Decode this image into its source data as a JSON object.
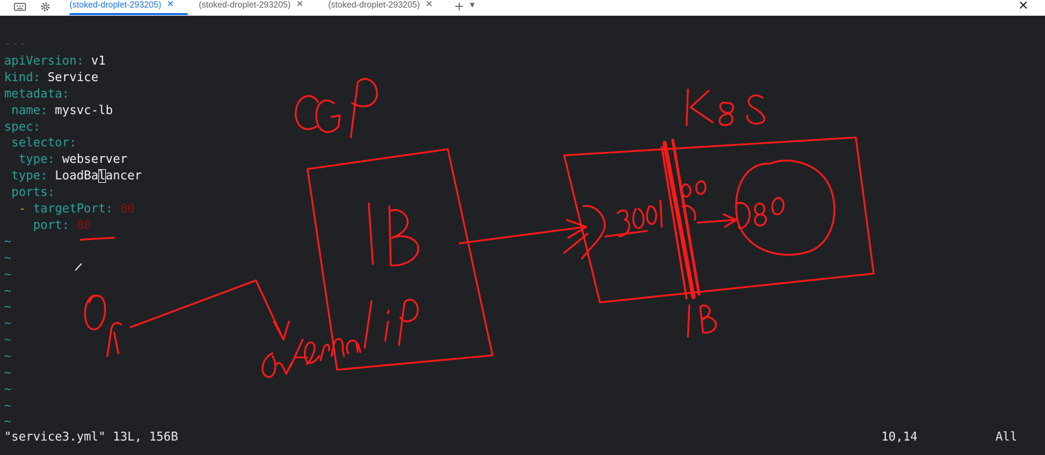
{
  "toolbar": {
    "keyboard_icon": "keyboard-icon",
    "settings_icon": "gear-icon"
  },
  "tabs": [
    {
      "label": "(stoked-droplet-293205)",
      "active": true
    },
    {
      "label": "(stoked-droplet-293205)",
      "active": false
    },
    {
      "label": "(stoked-droplet-293205)",
      "active": false
    }
  ],
  "tab_close_glyph": "✕",
  "add_tab_glyph": "+",
  "window_close_glyph": "✕",
  "yaml": {
    "separator": "---",
    "apiVersion_key": "apiVersion:",
    "apiVersion_val": "v1",
    "kind_key": "kind:",
    "kind_val": "Service",
    "metadata_key": "metadata:",
    "name_key": " name:",
    "name_val": "mysvc-lb",
    "spec_key": "spec:",
    "selector_key": " selector:",
    "selector_type_key": "  type:",
    "selector_type_val": "webserver",
    "type_key": " type:",
    "type_val_a": "LoadBa",
    "type_val_cursor": "l",
    "type_val_b": "ancer",
    "ports_key": " ports:",
    "dash": "  -",
    "targetPort_key": " targetPort:",
    "targetPort_val": "80",
    "port_key": "    port:",
    "port_val": "80"
  },
  "tilde": "~",
  "status": {
    "file": "\"service3.yml\" 13L, 156B",
    "position": "10,14",
    "scroll": "All"
  },
  "annotations": {
    "gcp": "GCP",
    "k8s": "K8S",
    "lb_box": "LB",
    "lb_divider": "LB",
    "external_ip": "external ip",
    "pod_port": "80",
    "node_port": "30001",
    "service_port": "80",
    "user": "Or",
    "color": "#ff1a1a"
  },
  "colors": {
    "background": "#202124",
    "yaml_key": "#2aa198",
    "tab_active": "#1a73e8"
  }
}
